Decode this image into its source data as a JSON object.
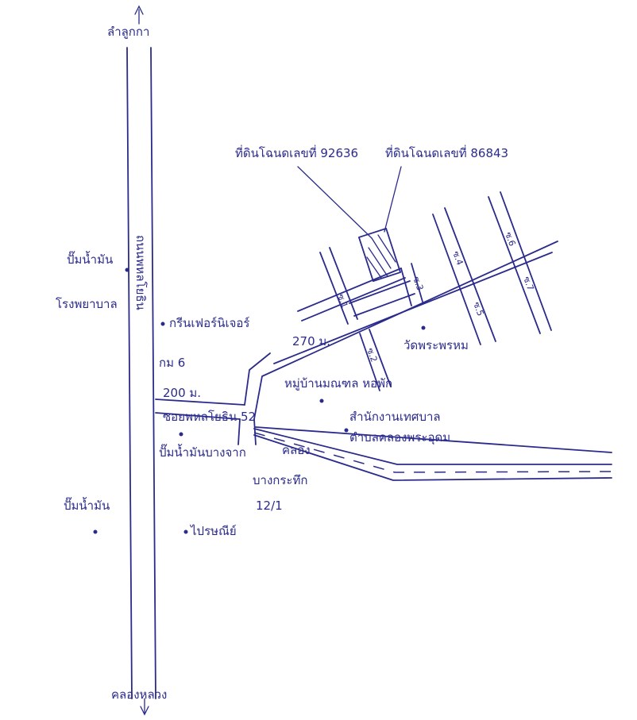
{
  "labels": {
    "north_dest": "ลำลูกกา",
    "south_dest": "คลองหลวง",
    "main_road": "ถนนพหลโยธิน",
    "parcel_a": "ที่ดินโฉนดเลขที่ 92636",
    "parcel_b": "ที่ดินโฉนดเลขที่ 86843",
    "gas_station_1": "ปั๊มน้ำมัน",
    "hospital": "โรงพยาบาล",
    "furniture": "กรีนเฟอร์นิเจอร์",
    "km": "กม 6",
    "gas_station_2": "ปั๊มน้ำมันบางจาก",
    "gas_station_3": "ปั๊มน้ำมัน",
    "post": "ไปรษณีย์",
    "dist_200": "200 ม.",
    "soi": "ซอยพหลโยธิน 52",
    "dist_270": "270 ม.",
    "village": "หมู่บ้านมณฑล หอพัก",
    "temple": "วัดพระพรหม",
    "office_1": "สำนักงานเทศบาล",
    "office_2": "ตำบลคลองพระอุดม",
    "canal": "คลอง",
    "junction_1": "บางกระทึก",
    "junction_2": "12/1",
    "alley_1": "ซ.1",
    "alley_2": "ซ.2",
    "alley_3": "ซ.3",
    "alley_4": "ซ.4",
    "alley_5": "ซ.5",
    "alley_6": "ซ.6",
    "alley_7": "ซ.7"
  }
}
